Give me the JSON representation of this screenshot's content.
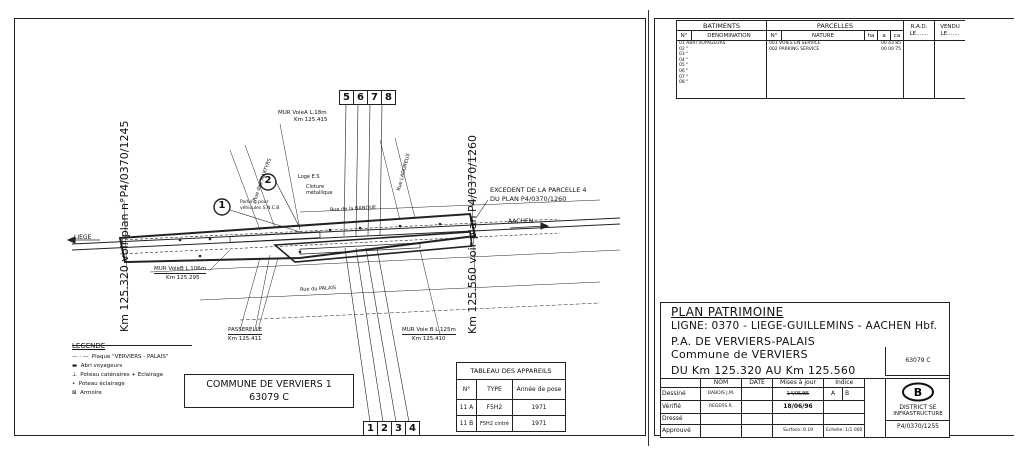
{
  "drawing": {
    "direction_left": "LIEGE",
    "direction_right": "AACHEN",
    "km_left_plan": "Km 125.320 voir plan n°P4/0370/1245",
    "km_right_plan": "Km 125.560 voir plan P4/0370/1260",
    "excedent_line1": "EXCEDENT DE LA PARCELLE 4",
    "excedent_line2": "DU PLAN P4/0370/1260",
    "mur_a_label": "MUR VoieA L.18m",
    "mur_a_km": "Km 125.415",
    "mur_b_left_label": "MUR VoieB L.106m",
    "mur_b_left_km": "Km 125.295",
    "mur_b_right_label": "MUR Voie B L.125m",
    "mur_b_right_km": "Km 125.410",
    "passerelle_label": "PASSERELLE",
    "passerelle_km": "Km 125.411",
    "loge_label": "Loge E.S",
    "cloture_label": "Cloture",
    "cloture_label2": "métallique",
    "parking_label": "Parking pour",
    "parking_label2": "véhicules S.N.C.B",
    "rue_banque": "Rue de la BANQUE",
    "rue_palais": "Rue du PALAIS",
    "rue_martyrs": "Rue des MARTYRS",
    "rue_laoureux": "Rue LAOUREUX",
    "callout_1": "1",
    "callout_2": "2",
    "top_numbers": [
      "5",
      "6",
      "7",
      "8"
    ],
    "bottom_numbers": [
      "1",
      "2",
      "3",
      "4"
    ]
  },
  "legend": {
    "title": "LEGENDE",
    "items": [
      "Plaque \"VERVIERS - PALAIS\"",
      "Abri voyageurs",
      "Poteau caténaires + Eclairage",
      "Poteau éclairage",
      "Armoire"
    ]
  },
  "commune_box": {
    "line1": "COMMUNE DE VERVIERS 1",
    "line2": "63079 C"
  },
  "appareils": {
    "title": "TABLEAU DES APPAREILS",
    "headers": [
      "N°",
      "TYPE",
      "Année de pose"
    ],
    "rows": [
      [
        "11 A",
        "F5H2",
        "1971"
      ],
      [
        "11 B",
        "F5H2 cintré",
        "1971"
      ]
    ]
  },
  "parcel_table": {
    "batiments": "BATIMENTS",
    "parcelles": "PARCELLES",
    "rad": "R.A.D.",
    "rad_sub": "LE.......",
    "vendu": "VENDU",
    "vendu_sub": "LE.......",
    "col_no": "N°",
    "col_denomination": "DENOMINATION",
    "col_nature": "NATURE",
    "col_ha": "ha",
    "col_a": "a",
    "col_ca": "ca",
    "bat_rows": [
      "01 ABRI VOYAGEURS",
      "02 \"",
      "03 \"",
      "04 \"",
      "05 \"",
      "06 \"",
      "07 \"",
      "08 \""
    ],
    "parc_rows": [
      {
        "no": "001",
        "nature": "VOIES EN SERVICE",
        "area": "00 43 85"
      },
      {
        "no": "002",
        "nature": "PARKING SERVICE",
        "area": "00 00 75"
      }
    ]
  },
  "title_block": {
    "title": "PLAN PATRIMOINE",
    "ligne": "LIGNE: 0370 - LIEGE-GUILLEMINS - AACHEN Hbf.",
    "pa": "P.A. DE VERVIERS-PALAIS",
    "commune": "Commune de VERVIERS",
    "du_km": "DU Km 125.320 AU Km 125.560",
    "code": "63079 C",
    "col_nom": "NOM",
    "col_date": "DATE",
    "col_mises": "Mises à jour",
    "col_indice": "Indice",
    "row_dessine": "Dessiné",
    "row_verifie": "Vérifié",
    "row_dresse": "Dressé",
    "row_approuve": "Approuvé",
    "dessine_nom": "DABOIS J.M.",
    "verifie_nom": "REGERS R.",
    "mise_1": "14/05/85",
    "mise_2": "18/06/96",
    "indice_a": "A",
    "indice_b": "B",
    "surface": "Surface: 0.19",
    "echelle": "Echelle: 1/1.000",
    "district": "DISTRICT SE",
    "infrastructure": "INFRASTRUCTURE",
    "plan_no": "P4/0370/1255",
    "logo": "B"
  }
}
